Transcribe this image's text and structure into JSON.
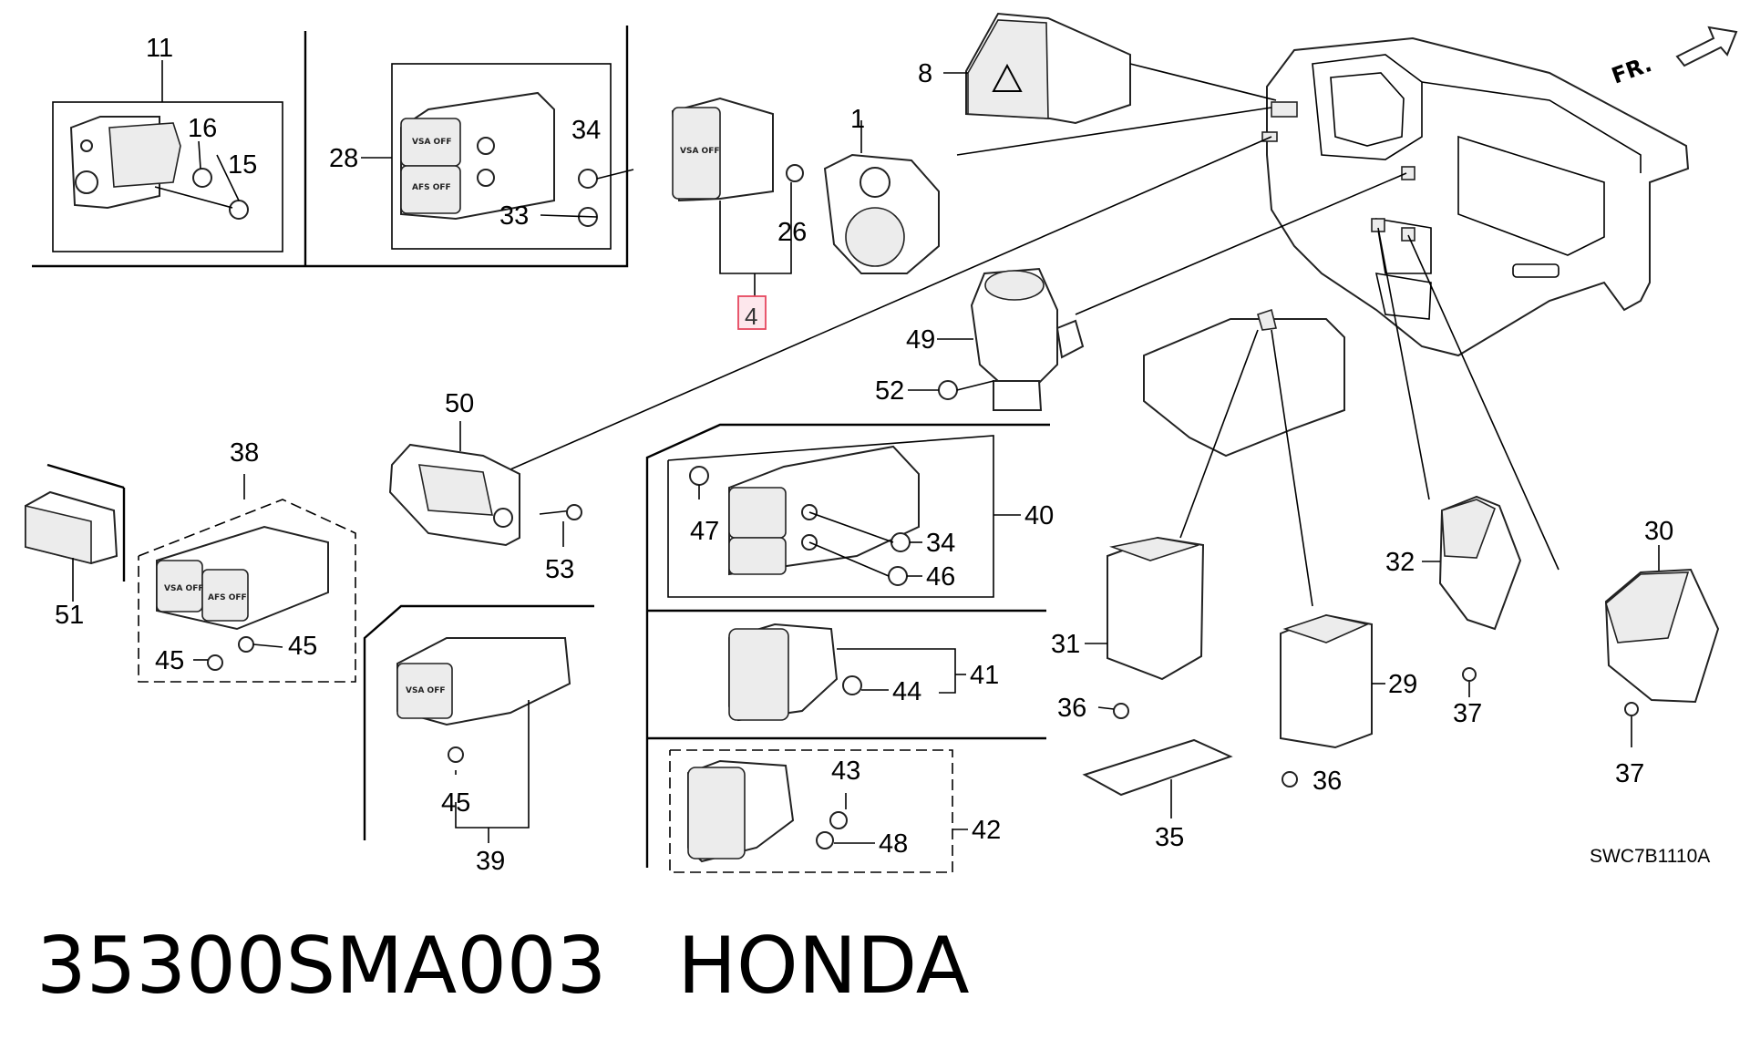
{
  "callouts": {
    "c1": "1",
    "c4": "4",
    "c8": "8",
    "c11": "11",
    "c15": "15",
    "c16": "16",
    "c26": "26",
    "c28": "28",
    "c29": "29",
    "c30": "30",
    "c31": "31",
    "c32": "32",
    "c33": "33",
    "c34a": "34",
    "c34b": "34",
    "c35": "35",
    "c36a": "36",
    "c36b": "36",
    "c37a": "37",
    "c37b": "37",
    "c38": "38",
    "c39": "39",
    "c40": "40",
    "c41": "41",
    "c42": "42",
    "c43": "43",
    "c44": "44",
    "c45a": "45",
    "c45b": "45",
    "c45c": "45",
    "c46": "46",
    "c47": "47",
    "c48": "48",
    "c49": "49",
    "c50": "50",
    "c51": "51",
    "c52": "52",
    "c53": "53"
  },
  "highlighted_callout": "4",
  "switch_labels": {
    "vsa_off": "VSA OFF",
    "afs_off": "AFS OFF"
  },
  "direction_marker": "FR.",
  "diagram_code": "SWC7B1110A",
  "footer": {
    "part_number": "35300SMA003",
    "brand": "HONDA"
  },
  "colors": {
    "highlight_fill": "#fde7ec",
    "highlight_border": "#e5475e"
  }
}
